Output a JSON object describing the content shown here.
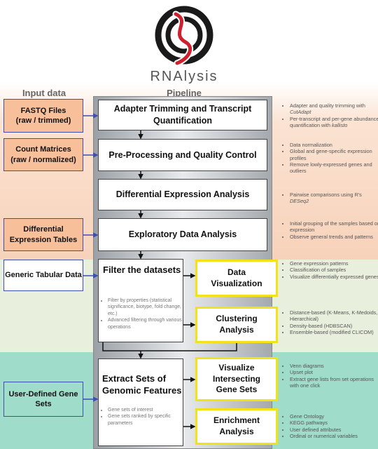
{
  "logo": {
    "title": "RNAlysis"
  },
  "headers": {
    "input": "Input data",
    "pipeline": "Pipeline"
  },
  "inputs": [
    {
      "label_lines": [
        "FASTQ Files",
        "(raw / trimmed)"
      ]
    },
    {
      "label_lines": [
        "Count Matrices",
        "(raw / normalized)"
      ]
    },
    {
      "label_lines": [
        "Differential",
        "Expression Tables"
      ]
    },
    {
      "label_lines": [
        "Generic Tabular Data"
      ]
    },
    {
      "label_lines": [
        "User-Defined Gene",
        "Sets"
      ]
    }
  ],
  "stages": [
    {
      "label_lines": [
        "Adapter Trimming and Transcript",
        "Quantification"
      ]
    },
    {
      "label_lines": [
        "Pre-Processing and Quality Control"
      ]
    },
    {
      "label_lines": [
        "Differential Expression Analysis"
      ]
    },
    {
      "label_lines": [
        "Exploratory Data Analysis"
      ]
    }
  ],
  "filter": {
    "title": "Filter the datasets",
    "bullets": [
      "Filter by properties (statistical significance, biotype, fold change, etc.)",
      "Advanced filtering through various operations"
    ]
  },
  "extract": {
    "title_lines": [
      "Extract Sets of",
      "Genomic Features"
    ],
    "bullets": [
      "Gene sets of interest",
      "Gene sets ranked by specific parameters"
    ]
  },
  "outputs": [
    {
      "label_lines": [
        "Data",
        "Visualization"
      ]
    },
    {
      "label_lines": [
        "Clustering",
        "Analysis"
      ]
    },
    {
      "label_lines": [
        "Visualize",
        "Intersecting",
        "Gene Sets"
      ]
    },
    {
      "label_lines": [
        "Enrichment",
        "Analysis"
      ]
    }
  ],
  "notes": [
    {
      "items": [
        {
          "text": "Adapter and quality trimming with",
          "em": "CutAdapt"
        },
        {
          "text": "Per-transcript and per-gene abundance quantification with",
          "em": "kallisto"
        }
      ]
    },
    {
      "items": [
        {
          "text": "Data normalization",
          "em": ""
        },
        {
          "text": "Global and gene-specific expression profiles",
          "em": ""
        },
        {
          "text": "Remove lowly-expressed genes and outliers",
          "em": ""
        }
      ]
    },
    {
      "items": [
        {
          "text": "Pairwise comparisons using R's",
          "em": "DESeq2"
        }
      ]
    },
    {
      "items": [
        {
          "text": "Initial grouping of the samples based on expression",
          "em": ""
        },
        {
          "text": "Observe general trends and patterns",
          "em": ""
        }
      ]
    },
    {
      "items": [
        {
          "text": "Gene expression patterns",
          "em": ""
        },
        {
          "text": "Classification of samples",
          "em": ""
        },
        {
          "text": "Visualize differentially expressed genes",
          "em": ""
        }
      ]
    },
    {
      "items": [
        {
          "text": "Distance-based (K-Means, K-Medoids, Hierarchical)",
          "em": ""
        },
        {
          "text": "Density-based (HDBSCAN)",
          "em": ""
        },
        {
          "text": "Ensemble-based (modified CLICOM)",
          "em": ""
        }
      ]
    },
    {
      "items": [
        {
          "text": "Venn diagrams",
          "em": ""
        },
        {
          "text": "Upset plot",
          "em": ""
        },
        {
          "text": "Extract gene lists from set operations with one click",
          "em": ""
        }
      ]
    },
    {
      "items": [
        {
          "text": "Gene Ontology",
          "em": ""
        },
        {
          "text": "KEGG pathways",
          "em": ""
        },
        {
          "text": "User defined attributes",
          "em": ""
        },
        {
          "text": "Ordinal or numerical variables",
          "em": ""
        }
      ]
    }
  ],
  "colors": {
    "input_border": "#3d4fb0",
    "output_border": "#f2e318",
    "logo_red": "#d0202e",
    "logo_dark": "#1a1a1a"
  }
}
